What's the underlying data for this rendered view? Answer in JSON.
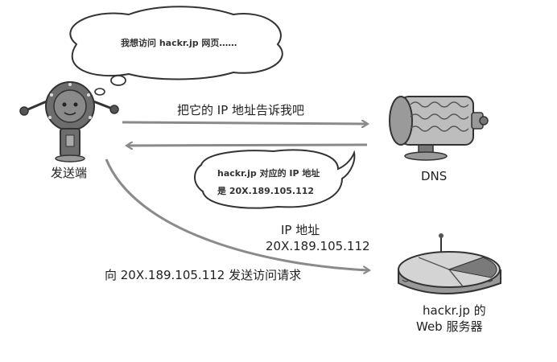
{
  "diagram": {
    "client_thought": "我想访问 hackr.jp 网页……",
    "client_label": "发送端",
    "request_to_dns": "把它的 IP 地址告诉我吧",
    "dns_label": "DNS",
    "dns_reply_line1": "hackr.jp 对应的 IP 地址",
    "dns_reply_line2": "是 20X.189.105.112",
    "ip_line1": "IP 地址",
    "ip_line2": "20X.189.105.112",
    "request_to_server": "向 20X.189.105.112 发送访问请求",
    "server_label_line1": "hackr.jp 的",
    "server_label_line2": "Web 服务器"
  },
  "colors": {
    "arrow": "#8a8a8a",
    "outline": "#333333",
    "robot_body": "#6d6d6d",
    "dns_body": "#bdbdbd"
  }
}
